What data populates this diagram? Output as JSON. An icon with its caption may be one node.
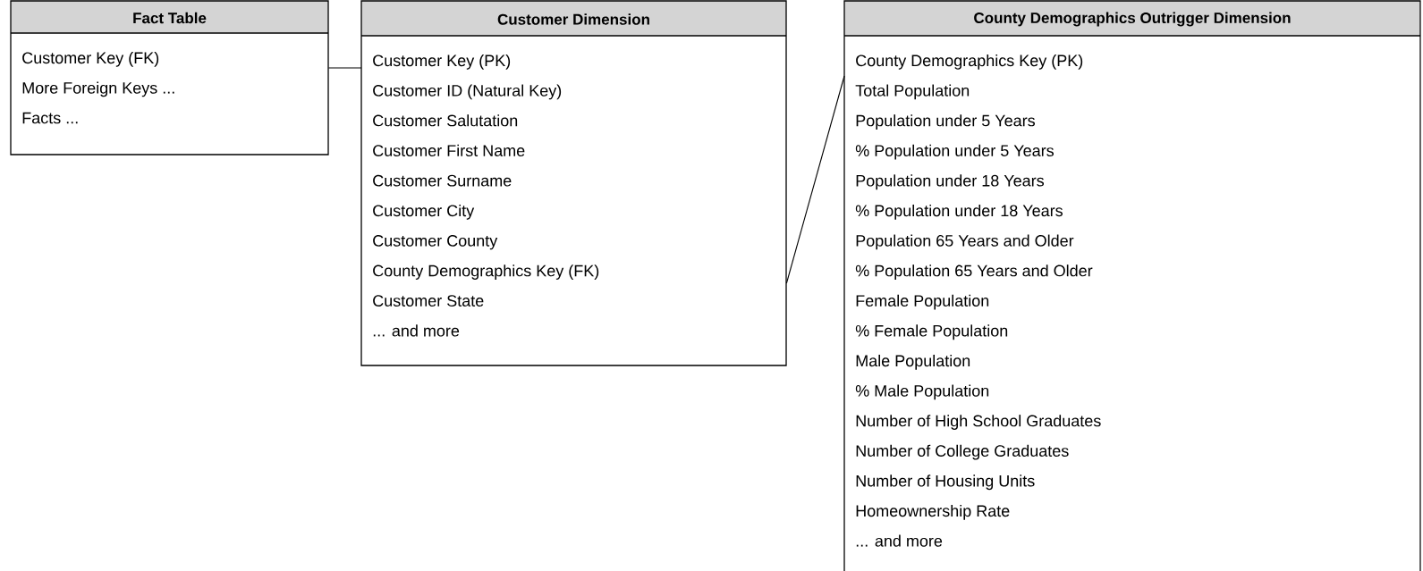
{
  "diagram": {
    "nodes": [
      {
        "text": [
          "Fact Table",
          "Customer Key (FK)",
          "More Foreign Keys ...",
          "Facts ..."
        ]
      },
      {
        "text": [
          "Customer Dimension",
          "Customer Key (PK)",
          "Customer ID (Natural Key)",
          "Customer Salutation",
          "Customer First Name",
          "Customer Surname",
          "Customer City",
          "Customer County",
          "County Demographics Key (FK)",
          "Customer State",
          "... and more"
        ]
      },
      {
        "text": [
          "County Demographics Outrigger Dimension",
          "County Demographics Key (PK)",
          "Total Population",
          "Population under 5 Years",
          "% Population under 5 Years",
          "Population under 18 Years",
          "% Population under 18 Years",
          "Population 65 Years and Older",
          "% Population 65 Years and Older",
          "Female Population",
          "% Female Population",
          "Male Population",
          "% Male Population",
          "Number of High School Graduates",
          "Number of College Graduates",
          "Number of Housing Units",
          "Homeownership Rate",
          "... and more"
        ]
      }
    ],
    "edges": [
      {
        "from": 0,
        "to": 1,
        "arrow": "none"
      },
      {
        "from": 1,
        "to": 2,
        "arrow": "none"
      }
    ]
  }
}
